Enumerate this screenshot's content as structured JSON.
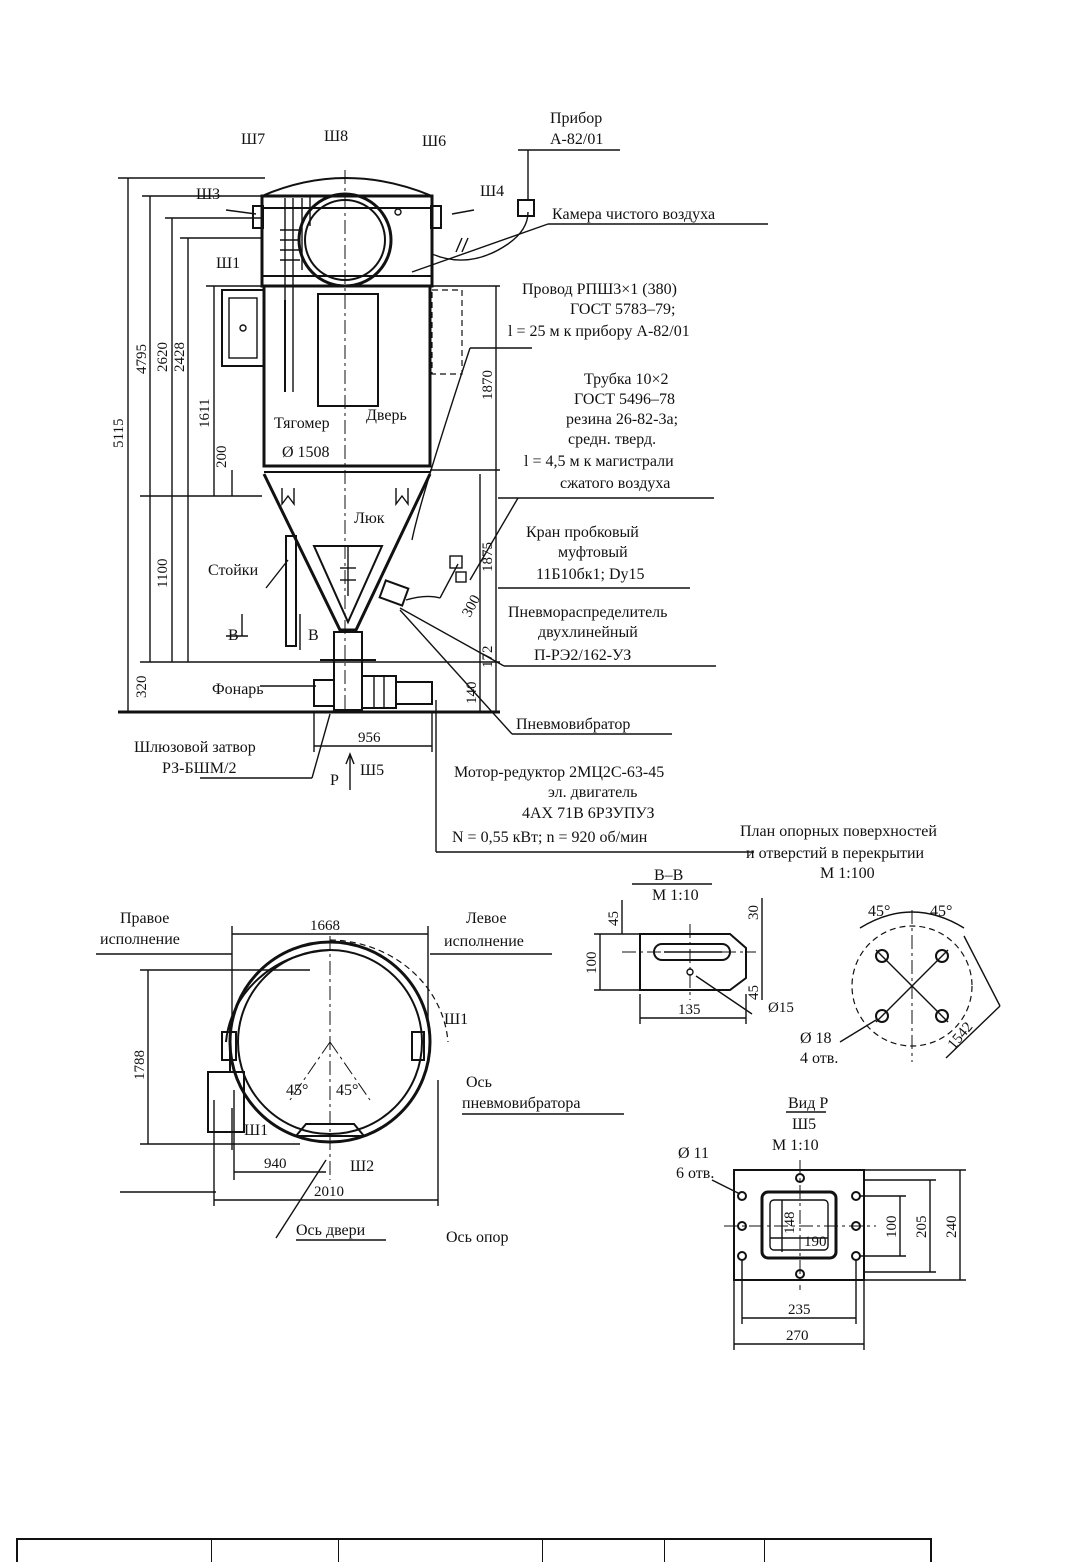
{
  "labels": {
    "sh7": "Ш7",
    "sh8": "Ш8",
    "sh6": "Ш6",
    "sh3": "Ш3",
    "sh4": "Ш4",
    "sh1_top": "Ш1",
    "sh5": "Ш5",
    "pribor_1": "Прибор",
    "pribor_2": "А-82/01",
    "kamera": "Камера чистого воздуха",
    "provod_1": "Провод РПШ3×1 (380)",
    "provod_2": "ГОСТ 5783–79;",
    "provod_3": "l = 25 м к прибору А-82/01",
    "trubka_1": "Трубка 10×2",
    "trubka_2": "ГОСТ 5496–78",
    "trubka_3": "резина 26-82-3а;",
    "trubka_4": "средн. тверд.",
    "trubka_5": "l = 4,5 м к магистрали",
    "trubka_6": "сжатого воздуха",
    "kran_1": "Кран пробковый",
    "kran_2": "муфтовый",
    "kran_3": "11Б10бк1; Dy15",
    "pnevmorasp_1": "Пневмораспределитель",
    "pnevmorasp_2": "двухлинейный",
    "pnevmorasp_3": "П-РЭ2/162-УЗ",
    "pnevmovib": "Пневмовибратор",
    "motor_1": "Мотор-редуктор 2МЦ2С-63-45",
    "motor_2": "эл. двигатель",
    "motor_3": "4АХ 71В 6РЗУПУЗ",
    "motor_4": "N = 0,55 кВт; n = 920 об/мин",
    "shlyuz_1": "Шлюзовой затвор",
    "shlyuz_2": "РЗ-БШМ/2",
    "tyagomer": "Тягомер",
    "dver": "Дверь",
    "diam1508": "Ø 1508",
    "lyuk": "Люк",
    "stoyki": "Стойки",
    "fonar": "Фонарь",
    "b_left": "В",
    "b_right": "В",
    "p_arrow": "Р",
    "plan_1": "План опорных поверхностей",
    "plan_2": "и отверстий в перекрытии",
    "plan_3": "М 1:100",
    "bb_1": "В–В",
    "bb_2": "М 1:10",
    "pravoe_1": "Правое",
    "pravoe_2": "исполнение",
    "levoe_1": "Левое",
    "levoe_2": "исполнение",
    "sh1_a": "Ш1",
    "sh1_b": "Ш1",
    "sh2": "Ш2",
    "os_pnev_1": "Ось",
    "os_pnev_2": "пневмовибратора",
    "os_dveri": "Ось двери",
    "os_opor": "Ось опор",
    "vid_1": "Вид Р",
    "vid_2": "Ш5",
    "vid_3": "М 1:10",
    "d11_1": "Ø 11",
    "d11_2": "6 отв.",
    "d18_1": "Ø 18",
    "d18_2": "4 отв.",
    "ang45a": "45°",
    "ang45b": "45°",
    "ang45c": "45°",
    "ang45d": "45°"
  },
  "dims": {
    "d5115": "5115",
    "d4795": "4795",
    "d2620": "2620",
    "d2428": "2428",
    "d1611": "1611",
    "d200": "200",
    "d1100": "1100",
    "d320": "320",
    "d1870": "1870",
    "d1875": "1875",
    "d172": "172",
    "d140": "140",
    "d300": "300",
    "d956": "956",
    "d1668": "1668",
    "d1788": "1788",
    "d940": "940",
    "d2010": "2010",
    "d45v": "45",
    "d100v": "100",
    "d135": "135",
    "d30": "30",
    "d45b": "45",
    "d15": "Ø15",
    "d1542": "1542",
    "d148": "148",
    "d190": "190",
    "d100r": "100",
    "d205": "205",
    "d240": "240",
    "d235": "235",
    "d270": "270"
  },
  "title_block": {
    "columns": 6
  }
}
